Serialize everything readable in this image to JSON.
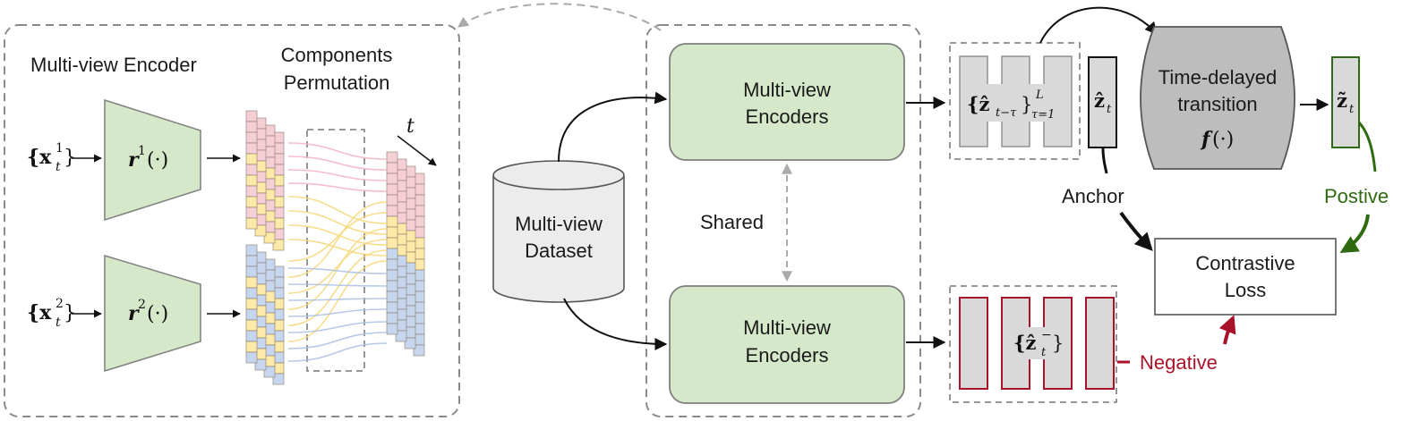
{
  "colors": {
    "encoder_fill": "#d5e8c9",
    "encoder_stroke": "#7f7f7f",
    "trapezoid_fill": "#d5e8c9",
    "pink": "#f6cfd6",
    "yellow": "#fde9a8",
    "blue": "#c5d6ee",
    "gray_block": "#d9d9d9",
    "positive": "#2e6a10",
    "negative": "#a8132a",
    "dashed": "#8a8a8a"
  },
  "left_panel": {
    "encoder_title": "Multi-view Encoder",
    "permutation_title_line1": "Components",
    "permutation_title_line2": "Permutation",
    "time_label": "t",
    "input1": "{x",
    "input1_sup": "1",
    "input1_sub": "t",
    "input2": "{x",
    "input2_sup": "2",
    "input2_sub": "t",
    "encoder1_label": "r",
    "encoder1_sup": "1",
    "encoder1_args": "(·)",
    "encoder2_label": "r",
    "encoder2_sup": "2",
    "encoder2_args": "(·)"
  },
  "middle_panel": {
    "dataset_line1": "Multi-view",
    "dataset_line2": "Dataset",
    "encoder_top_line1": "Multi-view",
    "encoder_top_line2": "Encoders",
    "encoder_bottom_line1": "Multi-view",
    "encoder_bottom_line2": "Encoders",
    "shared_label": "Shared"
  },
  "right_panel": {
    "history_label": "{ẑ",
    "history_sub": "t−τ",
    "history_sup": "L",
    "history_lower": "τ=1",
    "current_label": "ẑ",
    "current_sub": "t",
    "transition_line1": "Time-delayed",
    "transition_line2": "transition",
    "transition_fn": "f",
    "transition_args": "(·)",
    "predicted_label": "z̃",
    "predicted_sub": "t",
    "anchor_label": "Anchor",
    "positive_label": "Postive",
    "negative_label": "Negative",
    "negatives_label": "{ẑ",
    "negatives_sub": "t",
    "negatives_sup": "−",
    "loss_line1": "Contrastive",
    "loss_line2": "Loss"
  }
}
